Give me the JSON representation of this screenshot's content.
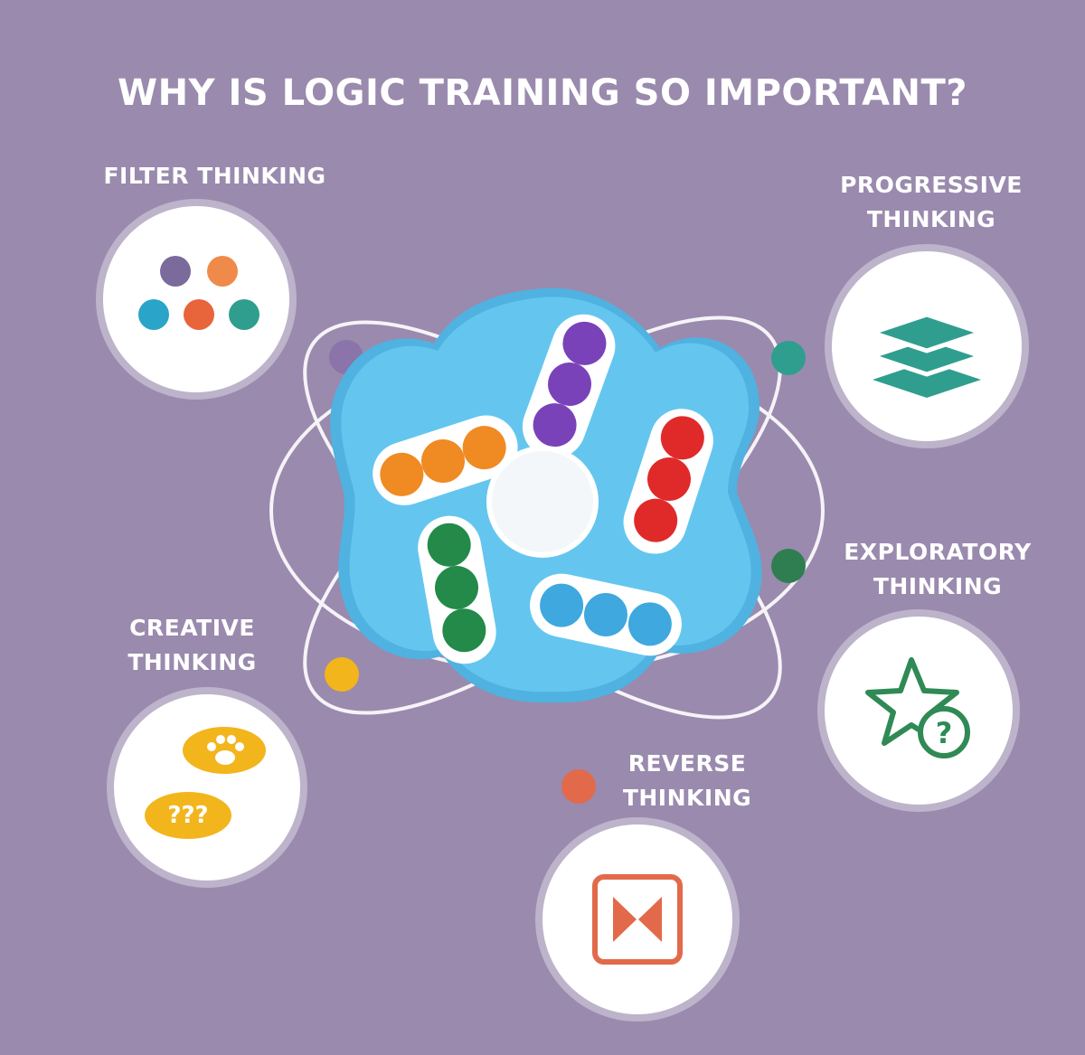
{
  "title": "WHY IS LOGIC TRAINING SO IMPORTANT?",
  "categories": [
    {
      "id": "filter",
      "lines": [
        "FILTER THINKING"
      ],
      "icon": "colored-dots-icon"
    },
    {
      "id": "progressive",
      "lines": [
        "PROGRESSIVE",
        "THINKING"
      ],
      "icon": "stacked-layers-icon"
    },
    {
      "id": "exploratory",
      "lines": [
        "EXPLORATORY",
        "THINKING"
      ],
      "icon": "star-question-icon"
    },
    {
      "id": "creative",
      "lines": [
        "CREATIVE",
        "THINKING"
      ],
      "icon": "paw-bubble-icon",
      "bubble_text": "???"
    },
    {
      "id": "reverse",
      "lines": [
        "REVERSE",
        "THINKING"
      ],
      "icon": "bowtie-frame-icon"
    }
  ],
  "colors": {
    "background": "#9a8aae",
    "teal": "#2f9e8f",
    "orange": "#e8743f",
    "purple": "#7b6a9c",
    "yellow": "#f2b51c",
    "green": "#2f8a55",
    "coral": "#e26a4a",
    "toy_blue": "#5fc3ea"
  }
}
